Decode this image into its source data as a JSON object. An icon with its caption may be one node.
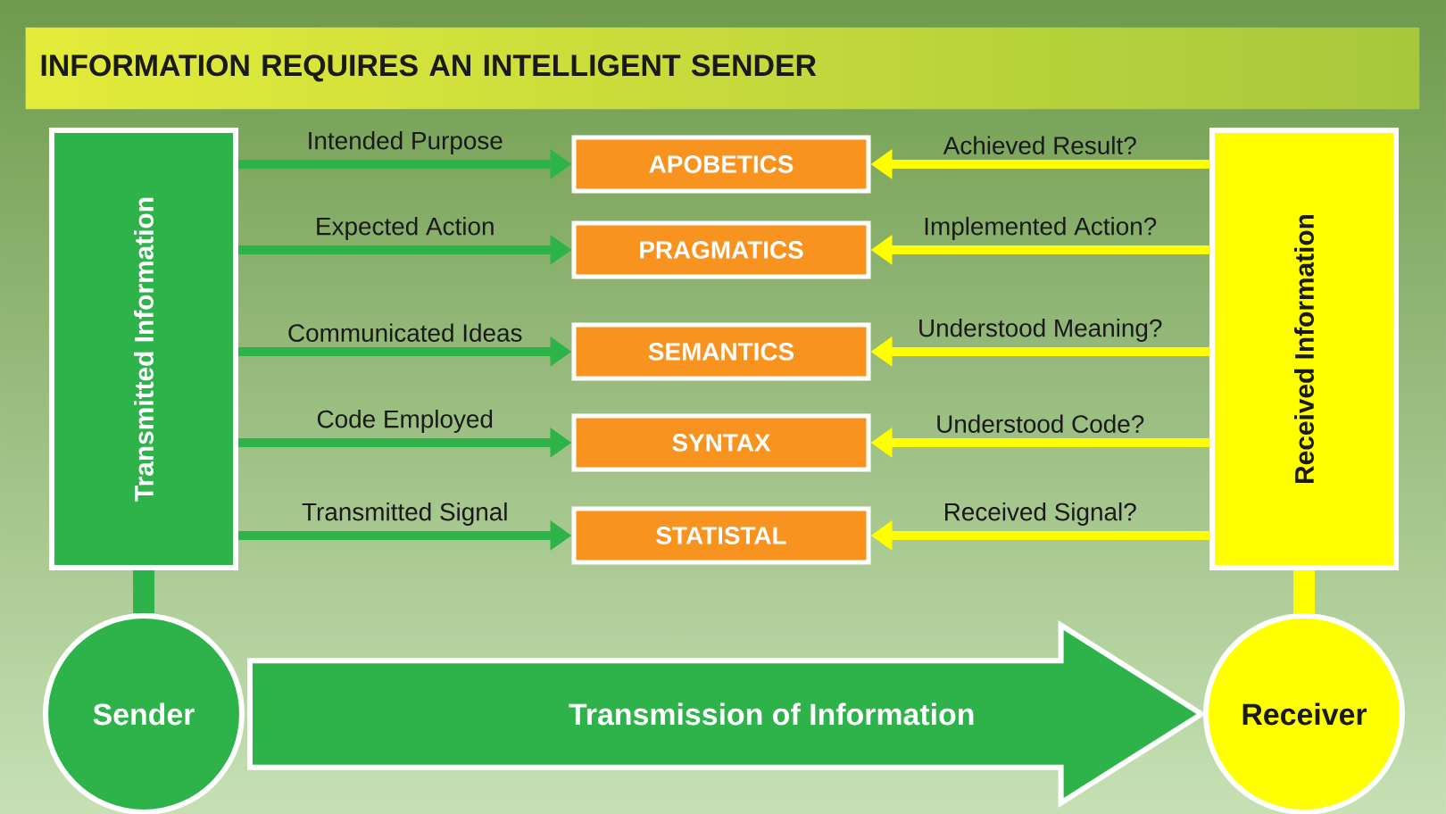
{
  "diagram": {
    "title": "INFORMATION REQUIRES AN INTELLIGENT SENDER",
    "nodes": [
      {
        "text": [
          "Transmitted Information"
        ]
      },
      {
        "text": [
          "APOBETICS"
        ]
      },
      {
        "text": [
          "PRAGMATICS"
        ]
      },
      {
        "text": [
          "SEMANTICS"
        ]
      },
      {
        "text": [
          "SYNTAX"
        ]
      },
      {
        "text": [
          "STATISTAL"
        ]
      },
      {
        "text": [
          "Received Information"
        ]
      },
      {
        "text": [
          "Sender"
        ]
      },
      {
        "text": [
          "Receiver"
        ]
      }
    ],
    "edges": [
      {
        "from": 0,
        "to": 1,
        "label": "Intended Purpose",
        "arrow": "to",
        "color": "#2db34a"
      },
      {
        "from": 0,
        "to": 2,
        "label": "Expected Action",
        "arrow": "to",
        "color": "#2db34a"
      },
      {
        "from": 0,
        "to": 3,
        "label": "Communicated Ideas",
        "arrow": "to",
        "color": "#2db34a"
      },
      {
        "from": 0,
        "to": 4,
        "label": "Code Employed",
        "arrow": "to",
        "color": "#2db34a"
      },
      {
        "from": 0,
        "to": 5,
        "label": "Transmitted Signal",
        "arrow": "to",
        "color": "#2db34a"
      },
      {
        "from": 6,
        "to": 1,
        "label": "Achieved Result?",
        "arrow": "to",
        "color": "#ffff00"
      },
      {
        "from": 6,
        "to": 2,
        "label": "Implemented Action?",
        "arrow": "to",
        "color": "#ffff00"
      },
      {
        "from": 6,
        "to": 3,
        "label": "Understood Meaning?",
        "arrow": "to",
        "color": "#ffff00"
      },
      {
        "from": 6,
        "to": 4,
        "label": "Understood Code?",
        "arrow": "to",
        "color": "#ffff00"
      },
      {
        "from": 6,
        "to": 5,
        "label": "Received Signal?",
        "arrow": "to",
        "color": "#ffff00"
      },
      {
        "from": 0,
        "to": 7,
        "arrow": "none",
        "style": "thick",
        "color": "#2db34a"
      },
      {
        "from": 6,
        "to": 8,
        "arrow": "none",
        "style": "thick",
        "color": "#ffff00"
      },
      {
        "from": 7,
        "to": 8,
        "label": "Transmission of Information",
        "arrow": "to",
        "style": "thick",
        "color": "#2db34a"
      }
    ]
  }
}
